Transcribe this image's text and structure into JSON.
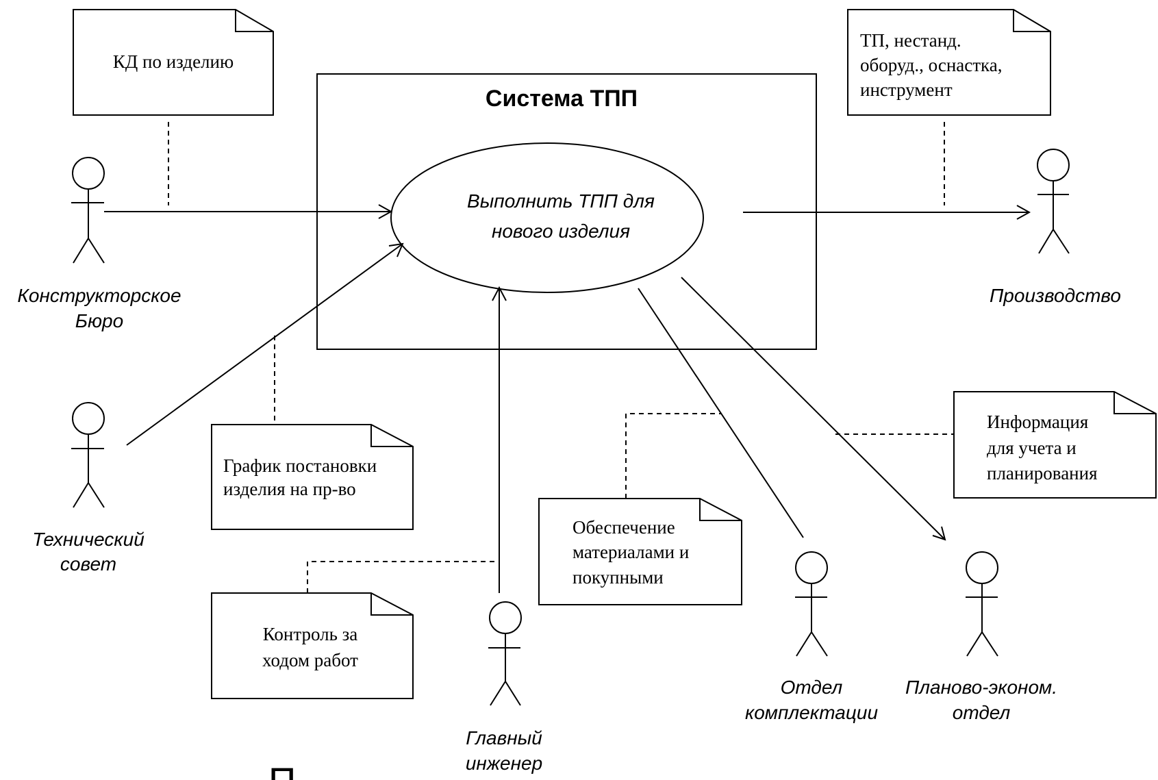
{
  "system": {
    "title": "Система ТПП"
  },
  "use_case": {
    "line1": "Выполнить ТПП для",
    "line2": "нового изделия"
  },
  "actors": {
    "design_bureau": {
      "line1": "Конструкторское",
      "line2": "Бюро"
    },
    "tech_council": {
      "line1": "Технический",
      "line2": "совет"
    },
    "chief_engineer": {
      "line1": "Главный",
      "line2": "инженер"
    },
    "procurement": {
      "line1": "Отдел",
      "line2": "комплектации"
    },
    "planning": {
      "line1": "Планово-эконом.",
      "line2": "отдел"
    },
    "production": {
      "line1": "Производство"
    }
  },
  "notes": {
    "kd": {
      "line1": "КД по изделию"
    },
    "tp": {
      "line1": "ТП, нестанд.",
      "line2": "оборуд., оснастка,",
      "line3": "инструмент"
    },
    "schedule": {
      "line1": "График постановки",
      "line2": "изделия на пр-во"
    },
    "control": {
      "line1": "Контроль за",
      "line2": "ходом работ"
    },
    "materials": {
      "line1": "Обеспечение",
      "line2": "материалами и",
      "line3": "покупными"
    },
    "info": {
      "line1": "Информация",
      "line2": "для учета и",
      "line3": "планирования"
    }
  },
  "footer": {
    "partial_text": "П"
  }
}
